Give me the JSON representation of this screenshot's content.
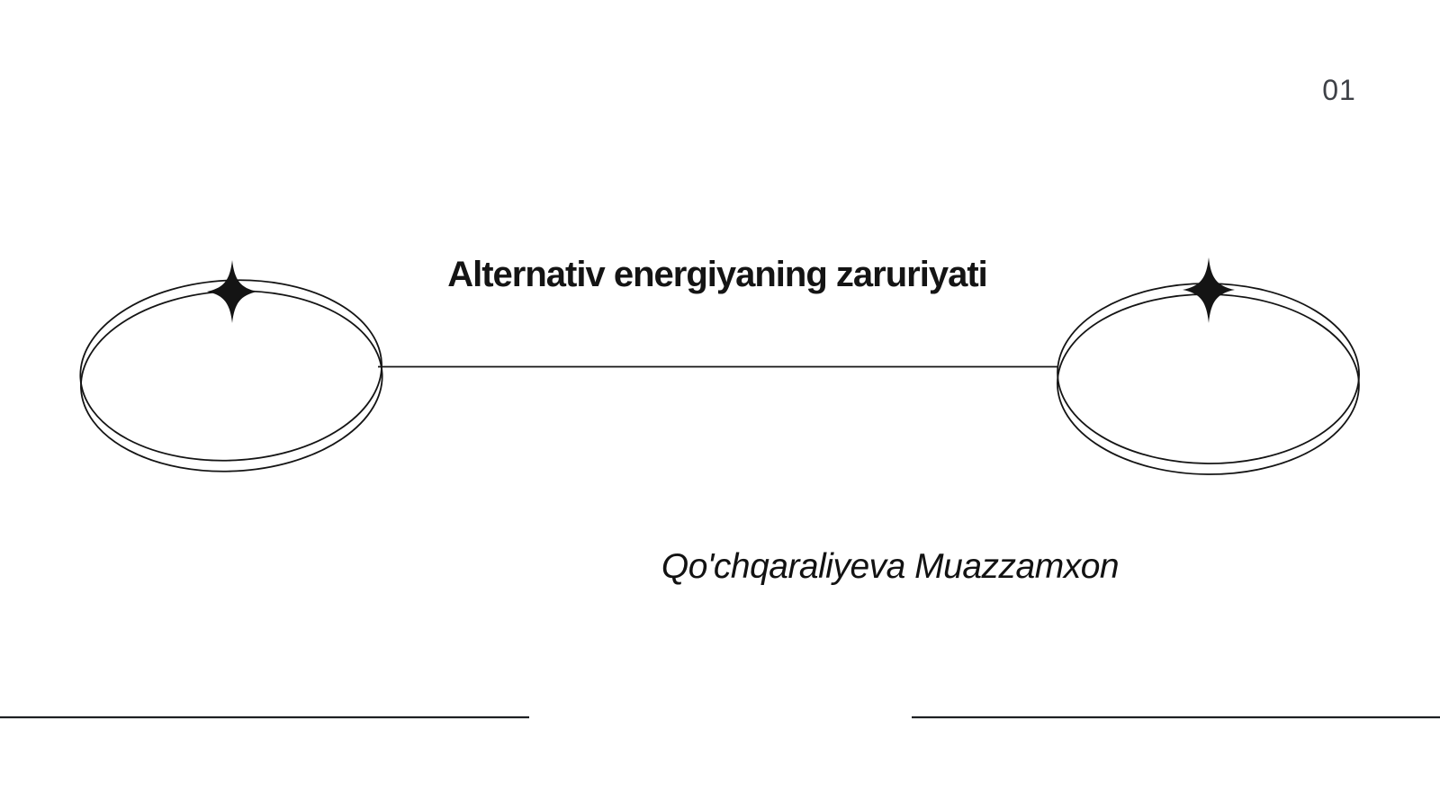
{
  "page": {
    "number": "01",
    "title": "Alternativ energiyaning zaruriyati",
    "author": "Qo'chqaraliyeva Muazzamxon"
  },
  "colors": {
    "background": "#ffffff",
    "ink": "#141414",
    "line": "#1e2023",
    "page_number": "#3e4147"
  },
  "icons": {
    "left_sparkle": "four-point-sparkle",
    "right_sparkle": "four-point-sparkle"
  },
  "decor": {
    "left_orbit": "double-ellipse-loop",
    "right_orbit": "double-ellipse-loop",
    "connector": "horizontal-line",
    "footer_rules": [
      "bottom-left-rule",
      "bottom-right-rule"
    ]
  }
}
